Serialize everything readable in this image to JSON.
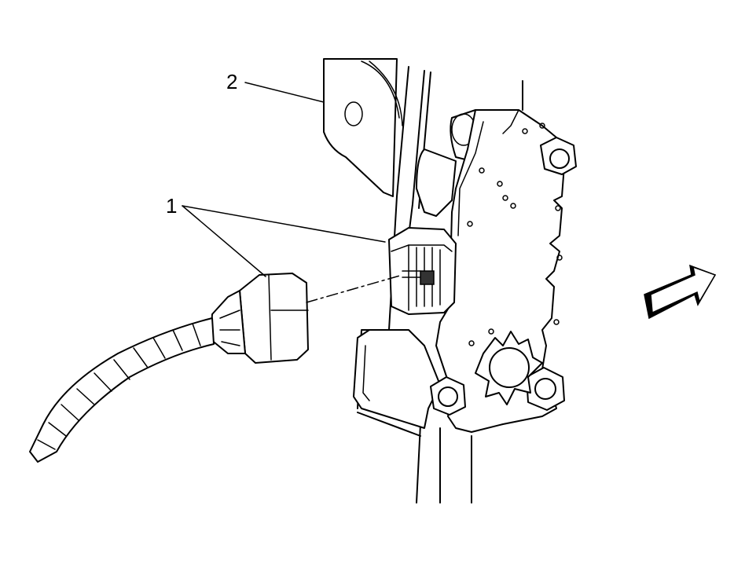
{
  "callouts": [
    {
      "id": "1",
      "label": "1"
    },
    {
      "id": "2",
      "label": "2"
    }
  ],
  "colors": {
    "line": "#000000",
    "background": "#ffffff",
    "shade": "#cfcfcf"
  },
  "icons": [
    "view-direction-arrow-icon"
  ]
}
